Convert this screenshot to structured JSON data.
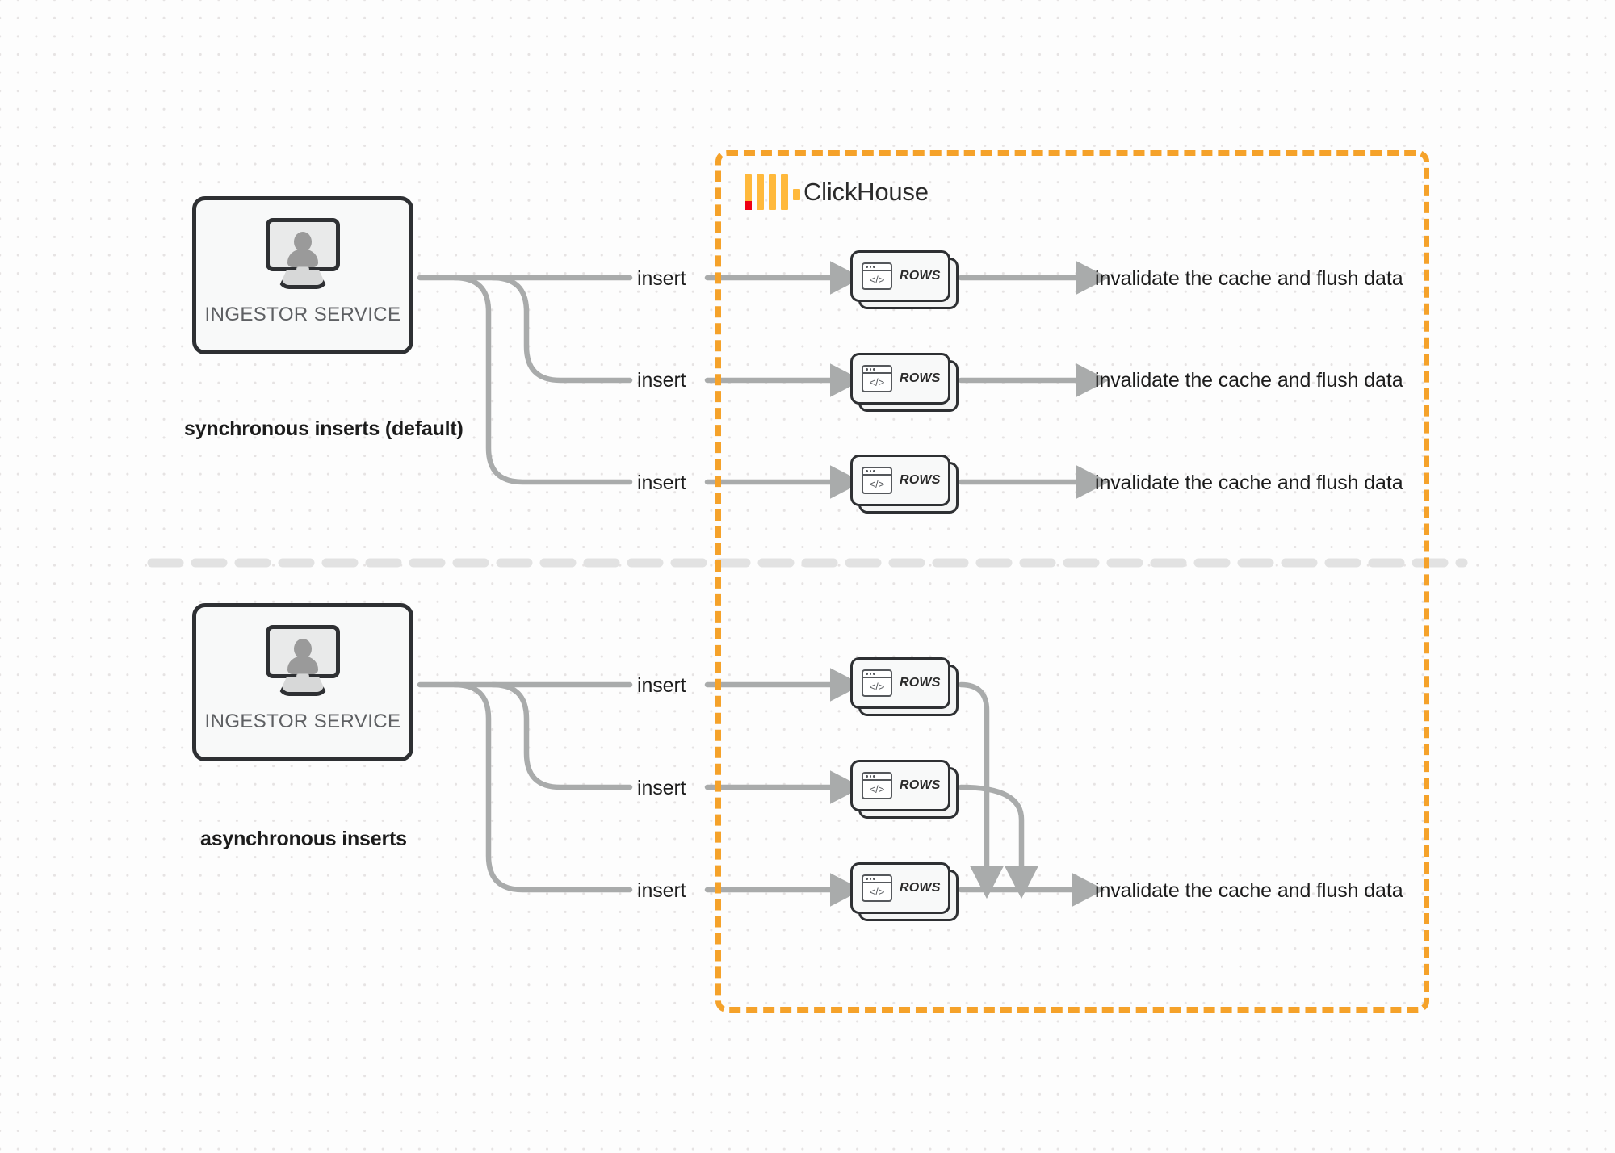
{
  "diagram": {
    "title": "ClickHouse synchronous vs asynchronous inserts",
    "accent_color": "#f5a22a",
    "wire_color": "#a9abab",
    "node_border_color": "#2e3033"
  },
  "clickhouse_boundary": {
    "label": "ClickHouse",
    "logo_name": "clickhouse-logo"
  },
  "sections": [
    {
      "id": "synchronous",
      "caption": "synchronous inserts (default)",
      "ingestor": {
        "label": "INGESTOR SERVICE",
        "icon": "monitor-user-icon"
      },
      "flows": [
        {
          "insert_label": "insert",
          "rows_label": "ROWS",
          "rows_icon": "code-window-icon",
          "outcome_label": "invalidate the cache and flush data"
        },
        {
          "insert_label": "insert",
          "rows_label": "ROWS",
          "rows_icon": "code-window-icon",
          "outcome_label": "invalidate the cache and flush data"
        },
        {
          "insert_label": "insert",
          "rows_label": "ROWS",
          "rows_icon": "code-window-icon",
          "outcome_label": "invalidate the cache and flush data"
        }
      ]
    },
    {
      "id": "asynchronous",
      "caption": "asynchronous inserts",
      "ingestor": {
        "label": "INGESTOR SERVICE",
        "icon": "monitor-user-icon"
      },
      "flows": [
        {
          "insert_label": "insert",
          "rows_label": "ROWS",
          "rows_icon": "code-window-icon",
          "outcome_label": ""
        },
        {
          "insert_label": "insert",
          "rows_label": "ROWS",
          "rows_icon": "code-window-icon",
          "outcome_label": ""
        },
        {
          "insert_label": "insert",
          "rows_label": "ROWS",
          "rows_icon": "code-window-icon",
          "outcome_label": "invalidate the cache and flush data"
        }
      ],
      "merged_outcome_label": "invalidate the cache and flush data"
    }
  ]
}
